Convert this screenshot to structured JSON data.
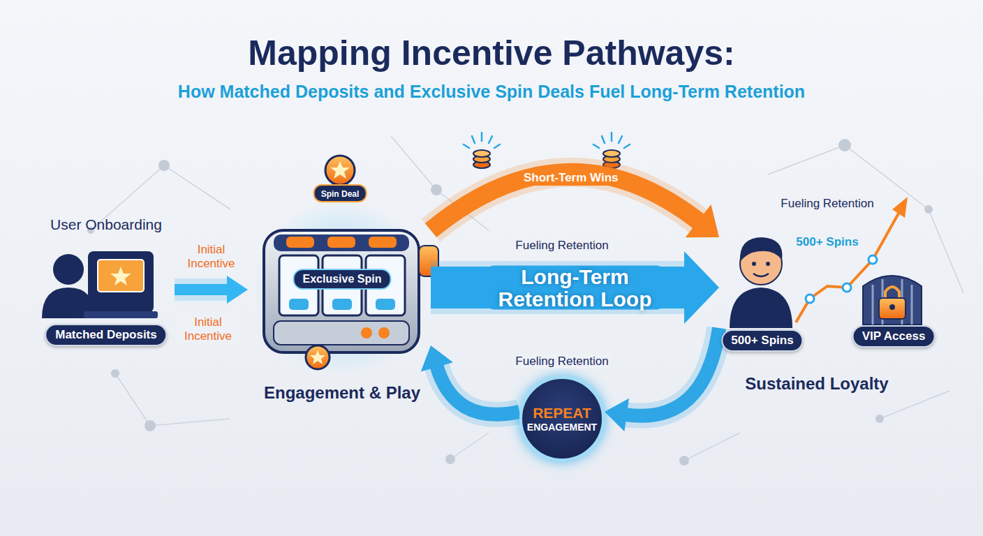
{
  "diagram": {
    "title": "Mapping Incentive Pathways:",
    "caption": "How Matched Deposits and Exclusive Spin Deals Fuel Long-Term Retention",
    "nodes": [
      {
        "text": [
          "User Onboarding",
          "Matched Deposits"
        ]
      },
      {
        "text": [
          "Spin Deal"
        ]
      },
      {
        "text": [
          "Exclusive Spin",
          "Engagement & Play"
        ]
      },
      {
        "text": [
          "Sustained Loyalty"
        ]
      },
      {
        "text": [
          "500+ Spins"
        ],
        "in": 3
      },
      {
        "text": [
          "VIP Access"
        ],
        "in": 3
      },
      {
        "text": [
          "REPEAT ENGAGEMENT"
        ]
      }
    ],
    "edges": [
      {
        "from": 0,
        "to": 2,
        "arrow": "to",
        "label": "Initial Incentive"
      },
      {
        "from": 2,
        "to": 3,
        "arrow": "to",
        "label": "Short-Term Wins"
      },
      {
        "from": 2,
        "to": 3,
        "arrow": "to",
        "label": "Long-Term Retention Loop"
      },
      {
        "from": 3,
        "to": 6,
        "arrow": "to"
      },
      {
        "from": 6,
        "to": 2,
        "arrow": "to"
      }
    ],
    "labels": [
      "Initial Incentive",
      "Fueling Retention",
      "Fueling Retention",
      "Fueling Retention",
      "500+ Spins"
    ]
  }
}
